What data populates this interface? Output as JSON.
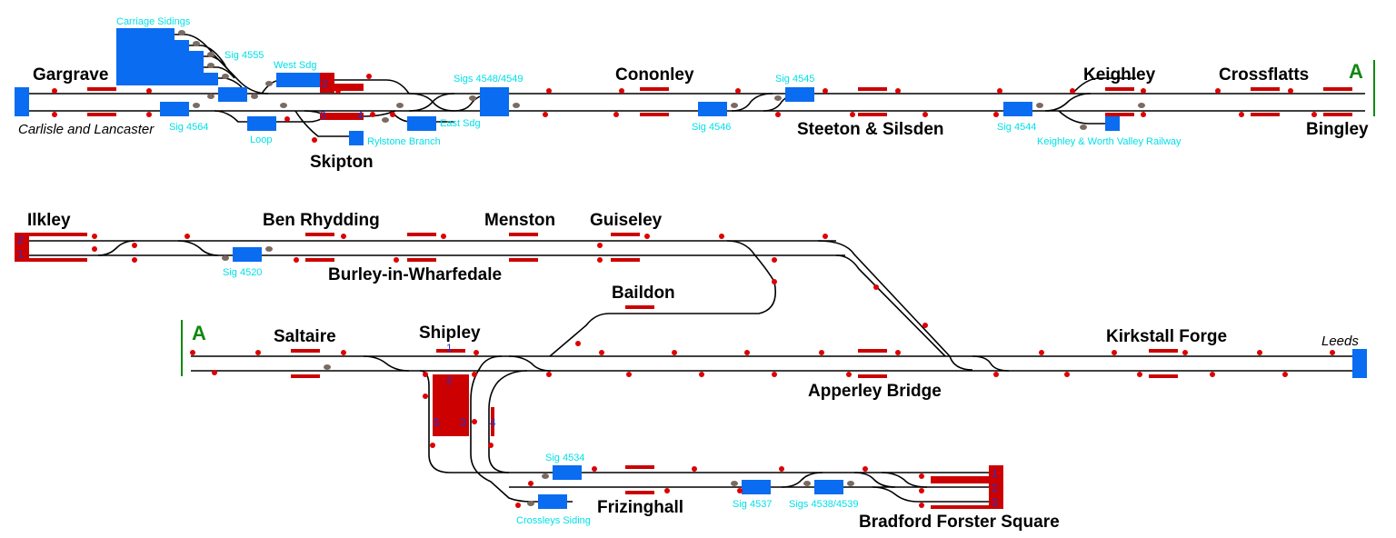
{
  "stations": [
    {
      "id": "gargrave",
      "name": "Gargrave"
    },
    {
      "id": "skipton",
      "name": "Skipton"
    },
    {
      "id": "cononley",
      "name": "Cononley"
    },
    {
      "id": "steeton",
      "name": "Steeton & Silsden"
    },
    {
      "id": "keighley",
      "name": "Keighley"
    },
    {
      "id": "crossflatts",
      "name": "Crossflatts"
    },
    {
      "id": "bingley",
      "name": "Bingley"
    },
    {
      "id": "ilkley",
      "name": "Ilkley"
    },
    {
      "id": "ben_rhydding",
      "name": "Ben Rhydding"
    },
    {
      "id": "burley",
      "name": "Burley-in-Wharfedale"
    },
    {
      "id": "menston",
      "name": "Menston"
    },
    {
      "id": "guiseley",
      "name": "Guiseley"
    },
    {
      "id": "baildon",
      "name": "Baildon"
    },
    {
      "id": "saltaire",
      "name": "Saltaire"
    },
    {
      "id": "shipley",
      "name": "Shipley"
    },
    {
      "id": "kirkstall",
      "name": "Kirkstall Forge"
    },
    {
      "id": "apperley",
      "name": "Apperley Bridge"
    },
    {
      "id": "frizinghall",
      "name": "Frizinghall"
    },
    {
      "id": "bradford",
      "name": "Bradford Forster Square"
    }
  ],
  "labels": [
    {
      "id": "carriage_sidings",
      "text": "Carriage Sidings"
    },
    {
      "id": "sig_4555",
      "text": "Sig 4555"
    },
    {
      "id": "west_sdg",
      "text": "West Sdg"
    },
    {
      "id": "sig_4564",
      "text": "Sig 4564"
    },
    {
      "id": "loop",
      "text": "Loop"
    },
    {
      "id": "rylstone",
      "text": "Rylstone Branch"
    },
    {
      "id": "east_sdg",
      "text": "East Sdg"
    },
    {
      "id": "sigs_4548",
      "text": "Sigs 4548/4549"
    },
    {
      "id": "sig_4545",
      "text": "Sig 4545"
    },
    {
      "id": "sig_4546",
      "text": "Sig 4546"
    },
    {
      "id": "sig_4544",
      "text": "Sig 4544"
    },
    {
      "id": "kwvr",
      "text": "Keighley & Worth Valley Railway"
    },
    {
      "id": "sig_4520",
      "text": "Sig 4520"
    },
    {
      "id": "sig_4534",
      "text": "Sig 4534"
    },
    {
      "id": "crossleys",
      "text": "Crossleys Siding"
    },
    {
      "id": "sig_4537",
      "text": "Sig 4537"
    },
    {
      "id": "sigs_4538",
      "text": "Sigs 4538/4539"
    }
  ],
  "destinations": {
    "carlisle": "Carlisle and Lancaster",
    "leeds": "Leeds"
  },
  "continuation_marker": "A",
  "platform_numbers": {
    "skipton": [
      "1",
      "2",
      "3",
      "4"
    ],
    "ilkley": [
      "1",
      "2"
    ],
    "shipley": [
      "1",
      "2",
      "3",
      "4",
      "5"
    ],
    "bradford": [
      "1",
      "2",
      "3"
    ]
  },
  "colors": {
    "track": "#000000",
    "signal": "#dd0000",
    "platform": "#cc0000",
    "block": "#0a6cf0",
    "label": "#00e0e8",
    "marker": "#118811",
    "platform_number": "#2233cc",
    "shunt_signal": "#7a6a60"
  }
}
